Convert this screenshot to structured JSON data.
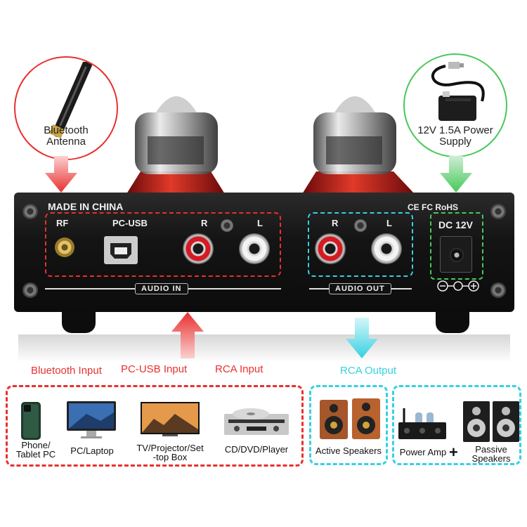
{
  "callouts": {
    "antenna": "Bluetooth\nAntenna",
    "power": "12V 1.5A Power\nSupply"
  },
  "device": {
    "brand_mark": "MADE IN CHINA",
    "cert": "CE FC RoHS",
    "ports": {
      "rf": "RF",
      "usb": "PC-USB",
      "in_r": "R",
      "in_l": "L",
      "out_r": "R",
      "out_l": "L",
      "dc": "DC 12V"
    },
    "section_in": "AUDIO IN",
    "section_out": "AUDIO OUT"
  },
  "inputs": {
    "bluetooth": "Bluetooth Input",
    "usb": "PC-USB Input",
    "rca": "RCA Input"
  },
  "output": {
    "rca": "RCA Output"
  },
  "sources": [
    {
      "label": "Phone/\nTablet PC"
    },
    {
      "label": "PC/Laptop"
    },
    {
      "label": "TV/Projector/Set\n-top Box"
    },
    {
      "label": "CD/DVD/Player"
    }
  ],
  "active": {
    "label": "Active Speakers"
  },
  "passive": {
    "amp": "Power Amp",
    "plus": "+",
    "speakers": "Passive\nSpeakers"
  },
  "colors": {
    "red": "#e8302f",
    "cyan": "#36d1e0",
    "green": "#47c85a"
  }
}
